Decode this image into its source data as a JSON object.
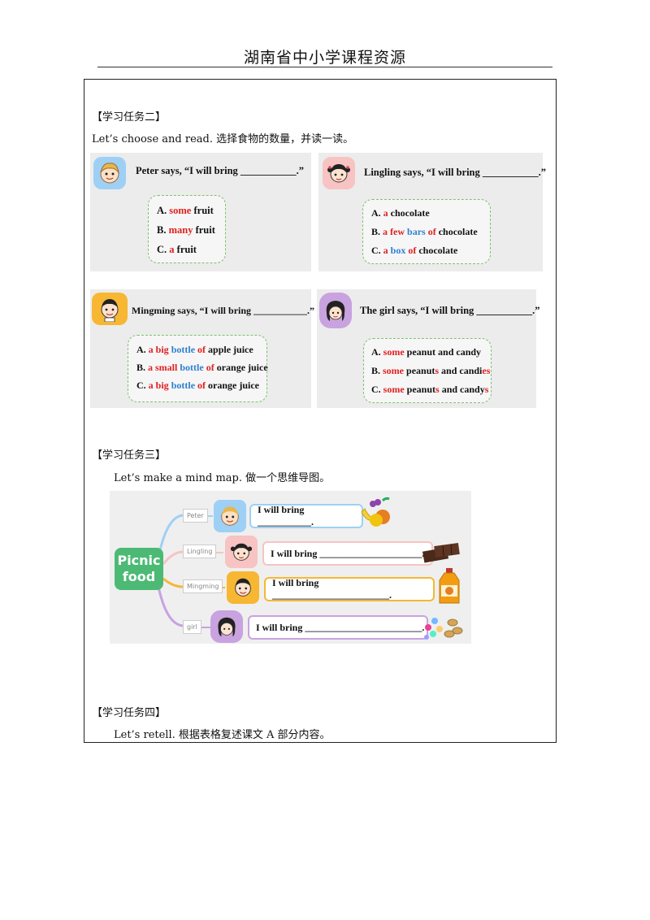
{
  "header": {
    "title": "湖南省中小学课程资源"
  },
  "task2": {
    "heading": "【学习任务二】",
    "instruction": "Let’s choose and read.  选择食物的数量，并读一读。",
    "panels": [
      {
        "name": "Peter",
        "says": "Peter says, “I will bring ___________.”",
        "options": [
          [
            {
              "t": "A. ",
              "c": ""
            },
            {
              "t": "some",
              "c": "r"
            },
            {
              "t": " fruit",
              "c": ""
            }
          ],
          [
            {
              "t": "B. ",
              "c": ""
            },
            {
              "t": "many",
              "c": "r"
            },
            {
              "t": " fruit",
              "c": ""
            }
          ],
          [
            {
              "t": "C. ",
              "c": ""
            },
            {
              "t": "a",
              "c": "r"
            },
            {
              "t": " fruit",
              "c": ""
            }
          ]
        ]
      },
      {
        "name": "Lingling",
        "says": "Lingling says, “I will bring ___________.”",
        "options": [
          [
            {
              "t": "A. ",
              "c": ""
            },
            {
              "t": "a",
              "c": "r"
            },
            {
              "t": " chocolate",
              "c": ""
            }
          ],
          [
            {
              "t": "B.  ",
              "c": ""
            },
            {
              "t": "a few",
              "c": "r"
            },
            {
              "t": " ",
              "c": ""
            },
            {
              "t": "bars",
              "c": "b"
            },
            {
              "t": " ",
              "c": ""
            },
            {
              "t": "of",
              "c": "r"
            },
            {
              "t": " chocolate",
              "c": ""
            }
          ],
          [
            {
              "t": "C. ",
              "c": ""
            },
            {
              "t": "a",
              "c": "r"
            },
            {
              "t": " ",
              "c": ""
            },
            {
              "t": "box",
              "c": "b"
            },
            {
              "t": " ",
              "c": ""
            },
            {
              "t": "of",
              "c": "r"
            },
            {
              "t": " chocolate",
              "c": ""
            }
          ]
        ]
      },
      {
        "name": "Mingming",
        "says": "Mingming says, “I will bring ___________.”",
        "options": [
          [
            {
              "t": "A. ",
              "c": ""
            },
            {
              "t": "a big",
              "c": "r"
            },
            {
              "t": " ",
              "c": ""
            },
            {
              "t": "bottle",
              "c": "b"
            },
            {
              "t": " ",
              "c": ""
            },
            {
              "t": "of",
              "c": "r"
            },
            {
              "t": " apple juice",
              "c": ""
            }
          ],
          [
            {
              "t": "B. ",
              "c": ""
            },
            {
              "t": "a small",
              "c": "r"
            },
            {
              "t": " ",
              "c": ""
            },
            {
              "t": "bottle",
              "c": "b"
            },
            {
              "t": " ",
              "c": ""
            },
            {
              "t": "of",
              "c": "r"
            },
            {
              "t": " orange juice",
              "c": ""
            }
          ],
          [
            {
              "t": "C. ",
              "c": ""
            },
            {
              "t": "a big",
              "c": "r"
            },
            {
              "t": " ",
              "c": ""
            },
            {
              "t": "bottle",
              "c": "b"
            },
            {
              "t": " ",
              "c": ""
            },
            {
              "t": "of",
              "c": "r"
            },
            {
              "t": " orange juice",
              "c": ""
            }
          ]
        ]
      },
      {
        "name": "girl",
        "says": "The girl says, “I will bring ___________.”",
        "options": [
          [
            {
              "t": "A. ",
              "c": ""
            },
            {
              "t": "some",
              "c": "r"
            },
            {
              "t": " peanut and candy",
              "c": ""
            }
          ],
          [
            {
              "t": "B. ",
              "c": ""
            },
            {
              "t": "some",
              "c": "r"
            },
            {
              "t": " peanut",
              "c": ""
            },
            {
              "t": "s",
              "c": "r"
            },
            {
              "t": " and candi",
              "c": ""
            },
            {
              "t": "es",
              "c": "r"
            }
          ],
          [
            {
              "t": "C. ",
              "c": ""
            },
            {
              "t": "some",
              "c": "r"
            },
            {
              "t": " peanut",
              "c": ""
            },
            {
              "t": "s",
              "c": "r"
            },
            {
              "t": " and candy",
              "c": ""
            },
            {
              "t": "s",
              "c": "r"
            }
          ]
        ]
      }
    ]
  },
  "task3": {
    "heading": "【学习任务三】",
    "instruction": "Let’s make a mind map.  做一个思维导图。",
    "center_label": [
      "Picnic",
      "food"
    ],
    "branches": [
      {
        "tag": "Peter",
        "text": "I will bring ___________."
      },
      {
        "tag": "Lingling",
        "text": "I will bring _____________________."
      },
      {
        "tag": "Mingming",
        "text": "I will bring ________________________."
      },
      {
        "tag": "girl",
        "text": "I will bring ________________________."
      }
    ]
  },
  "task4": {
    "heading": "【学习任务四】",
    "instruction": "Let’s retell.  根据表格复述课文 A 部分内容。"
  },
  "colors": {
    "green": "#4cba74",
    "red": "#e02020",
    "blue": "#2f80d0",
    "peter": "#9ed0f5",
    "lingling": "#f7c3c3",
    "mingming": "#f7b733",
    "girl": "#c9a2e0"
  }
}
